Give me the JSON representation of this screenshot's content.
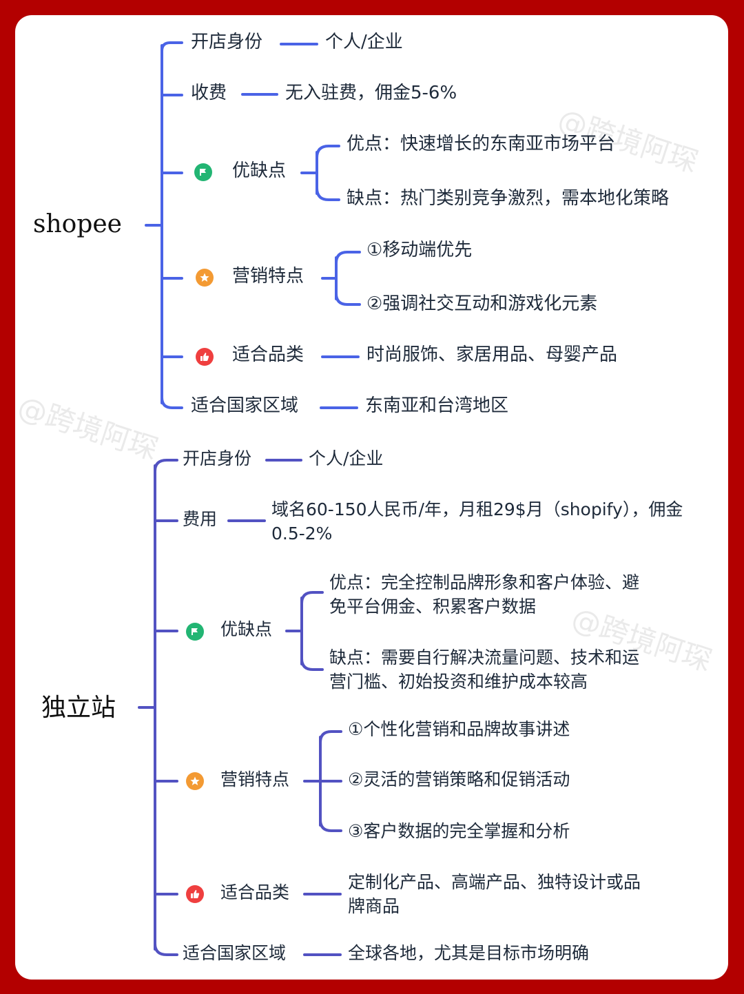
{
  "shopee": {
    "root": "shopee",
    "identity_label": "开店身份",
    "identity_value": "个人/企业",
    "fee_label": "收费",
    "fee_value": "无入驻费，佣金5-6%",
    "pros_cons_label": "优缺点",
    "pros": "优点：快速增长的东南亚市场平台",
    "cons": "缺点：热门类别竞争激烈，需本地化策略",
    "marketing_label": "营销特点",
    "marketing_1": "①移动端优先",
    "marketing_2": "②强调社交互动和游戏化元素",
    "category_label": "适合品类",
    "category_value": "时尚服饰、家居用品、母婴产品",
    "region_label": "适合国家区域",
    "region_value": "东南亚和台湾地区"
  },
  "independent": {
    "root": "独立站",
    "identity_label": "开店身份",
    "identity_value": "个人/企业",
    "fee_label": "费用",
    "fee_value": "域名60-150人民币/年，月租29$月（shopify），佣金0.5-2%",
    "pros_cons_label": "优缺点",
    "pros": "优点：完全控制品牌形象和客户体验、避免平台佣金、积累客户数据",
    "cons": "缺点：需要自行解决流量问题、技术和运营门槛、初始投资和维护成本较高",
    "marketing_label": "营销特点",
    "marketing_1": "①个性化营销和品牌故事讲述",
    "marketing_2": "②灵活的营销策略和促销活动",
    "marketing_3": "③客户数据的完全掌握和分析",
    "category_label": "适合品类",
    "category_value": "定制化产品、高端产品、独特设计或品牌商品",
    "region_label": "适合国家区域",
    "region_value": "全球各地，尤其是目标市场明确"
  },
  "watermark": "@跨境阿琛",
  "icons": {
    "pros_cons": "flag-icon",
    "marketing": "star-icon",
    "category": "thumbs-up-icon"
  },
  "colors": {
    "frame": "#b30000",
    "shopee_line": "#4a63e6",
    "independent_line": "#5252c2",
    "text": "#1e2a3a"
  }
}
